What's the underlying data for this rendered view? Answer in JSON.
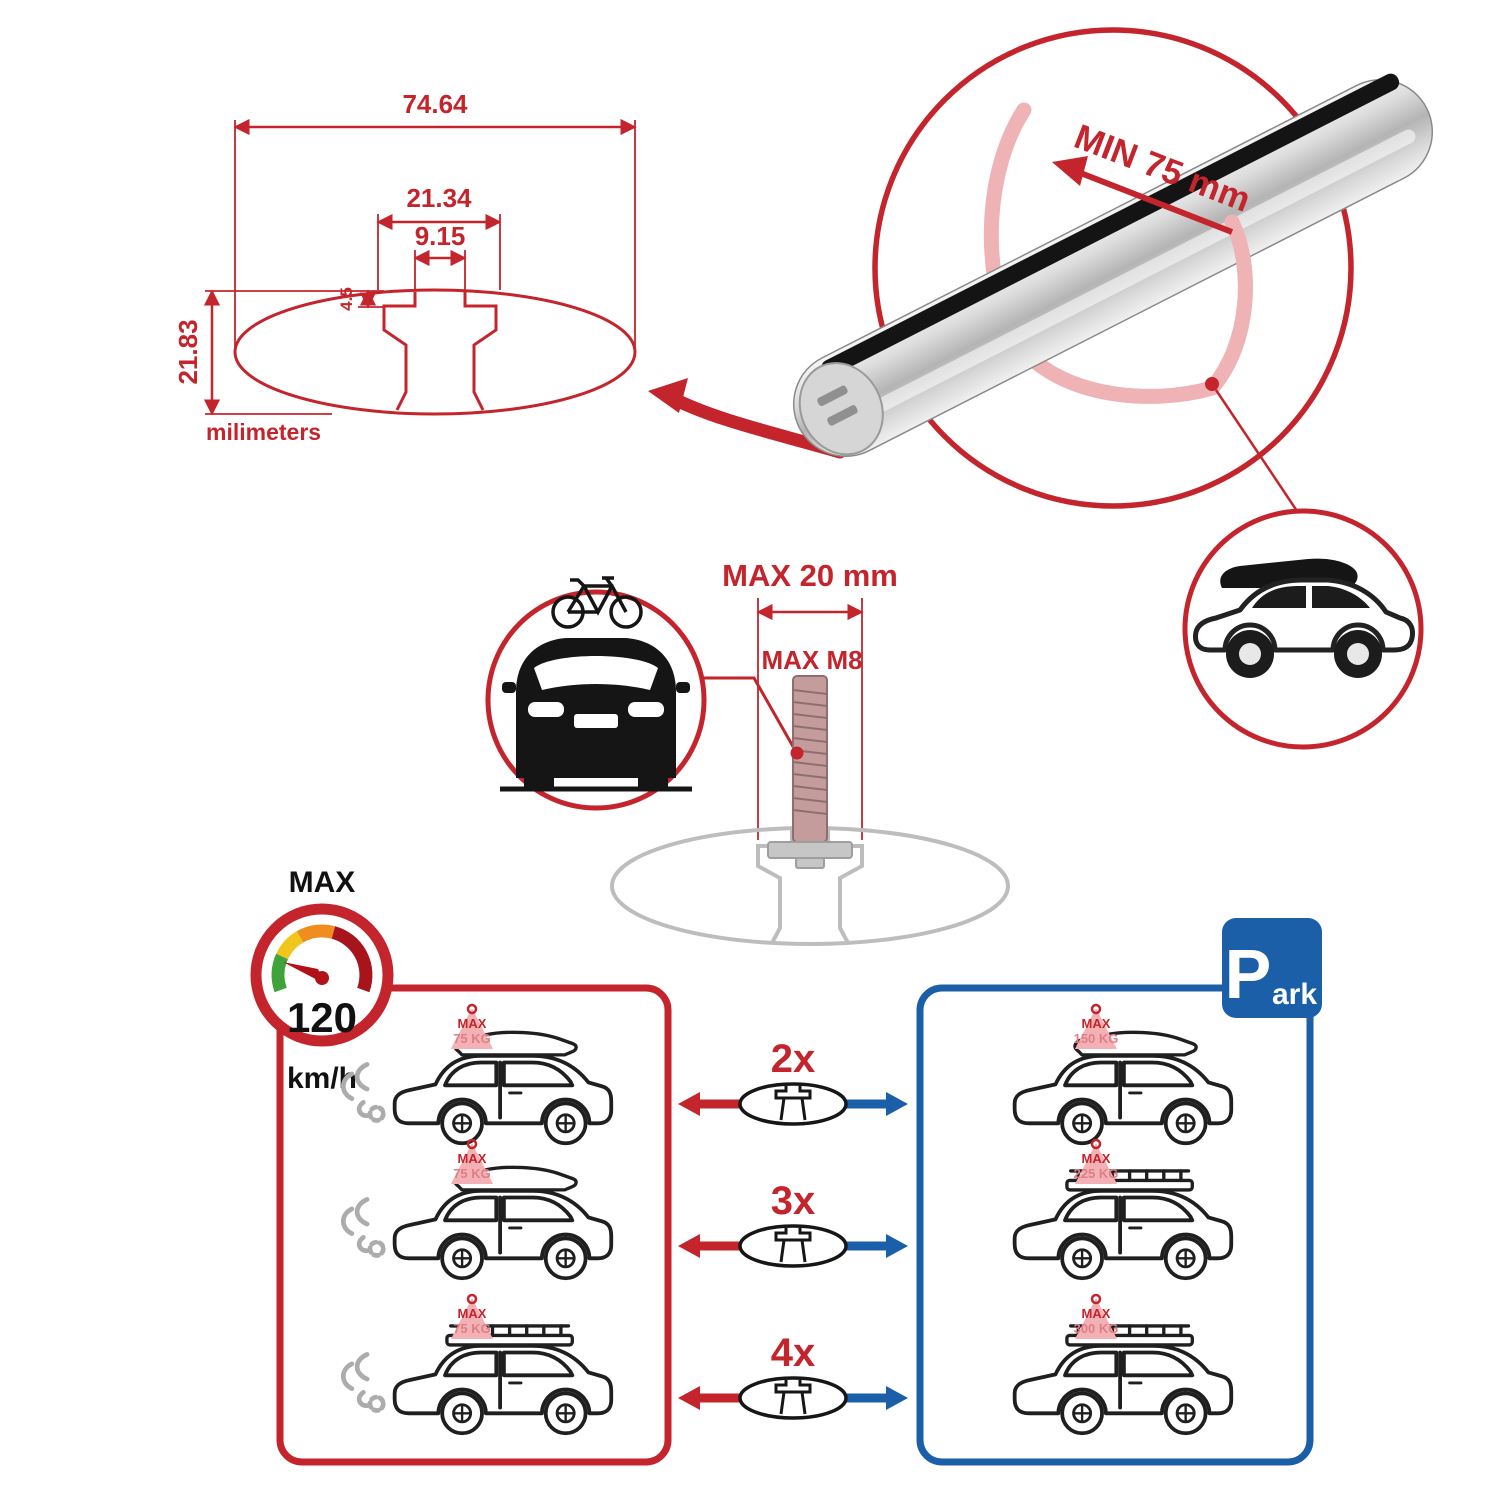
{
  "colors": {
    "red": "#C4242C",
    "blue": "#1B5FA8",
    "pink_badge": "#F3B1B5",
    "strap_pink": "#EFB3B6",
    "gray": "#BDBDBD"
  },
  "dimensions": {
    "total_width": "74.64",
    "slot_width": "21.34",
    "opening_width": "9.15",
    "lip_depth": "4.5",
    "total_height": "21.83",
    "units_label": "milimeters"
  },
  "crossbar": {
    "min_span_label": "MIN 75 mm"
  },
  "bolt": {
    "max_width_label": "MAX 20 mm",
    "max_thread_label": "MAX M8"
  },
  "speed_limit": {
    "max_label": "MAX",
    "value": "120",
    "units": "km/h"
  },
  "parking_sign": {
    "letter": "P",
    "rest": "ark"
  },
  "bar_counts": [
    "2x",
    "3x",
    "4x"
  ],
  "driving_cars": [
    {
      "max": "MAX",
      "load": "75 KG"
    },
    {
      "max": "MAX",
      "load": "75 KG"
    },
    {
      "max": "MAX",
      "load": "75 KG"
    }
  ],
  "parked_cars": [
    {
      "max": "MAX",
      "load": "150 KG"
    },
    {
      "max": "MAX",
      "load": "225 KG"
    },
    {
      "max": "MAX",
      "load": "300 KG"
    }
  ]
}
